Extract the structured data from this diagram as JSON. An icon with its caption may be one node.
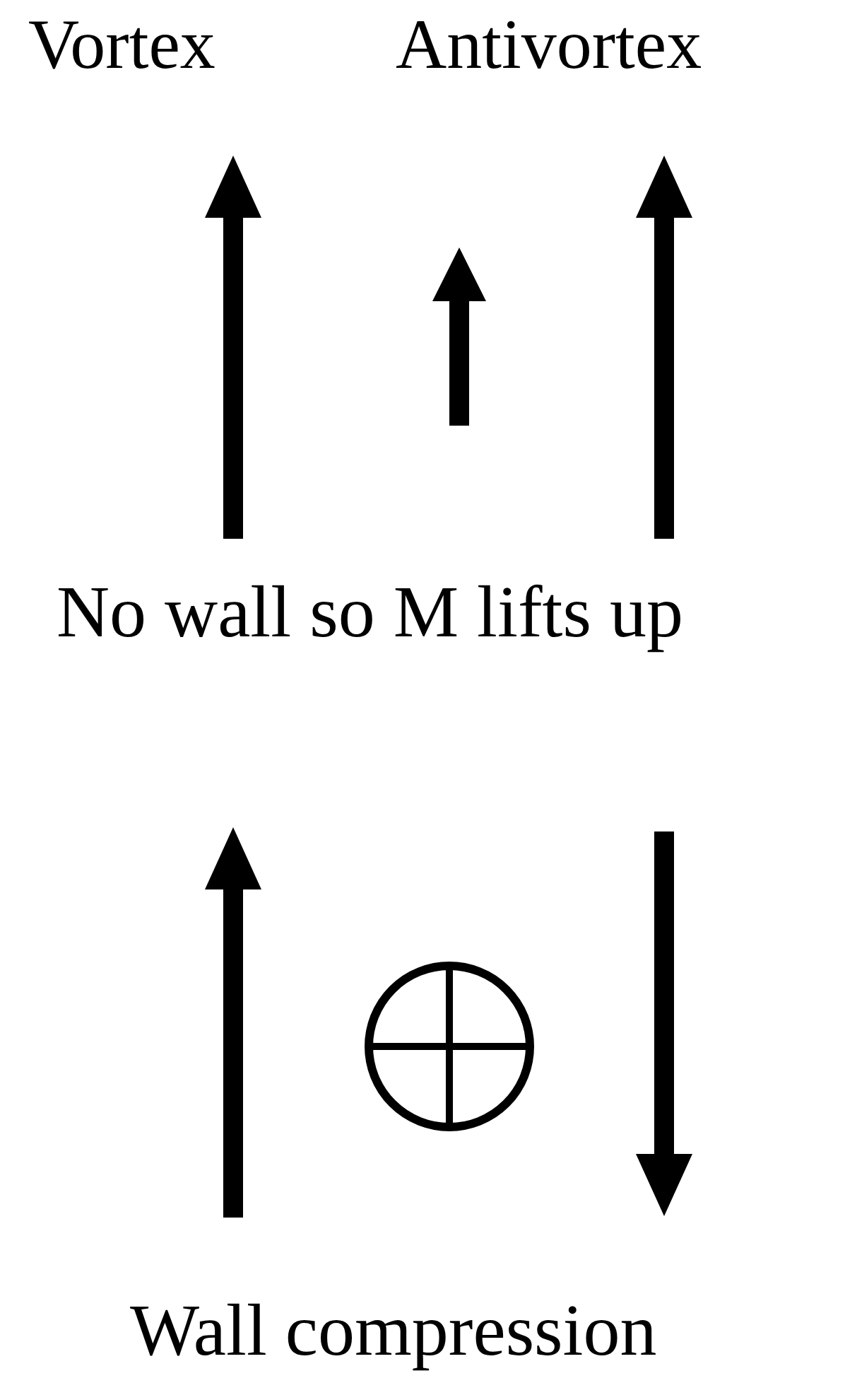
{
  "diagram": {
    "labels": [
      "Vortex",
      "Antivortex",
      "No wall so M lifts up",
      "Wall compression"
    ]
  }
}
